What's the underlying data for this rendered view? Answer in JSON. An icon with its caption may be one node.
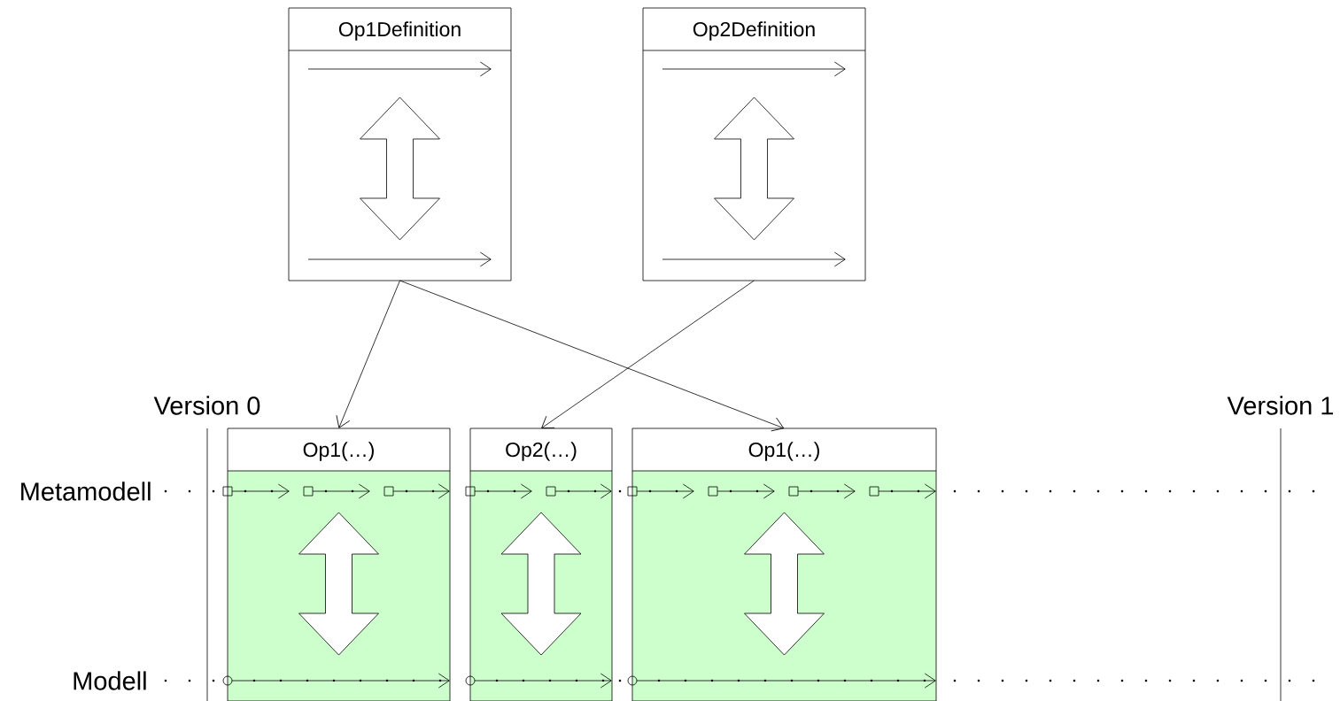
{
  "diagram": {
    "nodes": [
      {
        "text": [
          "Op1Definition"
        ]
      },
      {
        "text": [
          "Op2Definition"
        ]
      },
      {
        "text": [
          "Op1(…)"
        ]
      },
      {
        "text": [
          "Op2(…)"
        ]
      },
      {
        "text": [
          "Op1(…)"
        ]
      }
    ],
    "edges": [
      {
        "from": 0,
        "to": 2,
        "arrow": "to"
      },
      {
        "from": 0,
        "to": 4,
        "arrow": "to"
      },
      {
        "from": 1,
        "to": 3,
        "arrow": "to"
      }
    ],
    "labels": [
      "Version 0",
      "Version 1",
      "Metamodell",
      "Modell"
    ]
  }
}
